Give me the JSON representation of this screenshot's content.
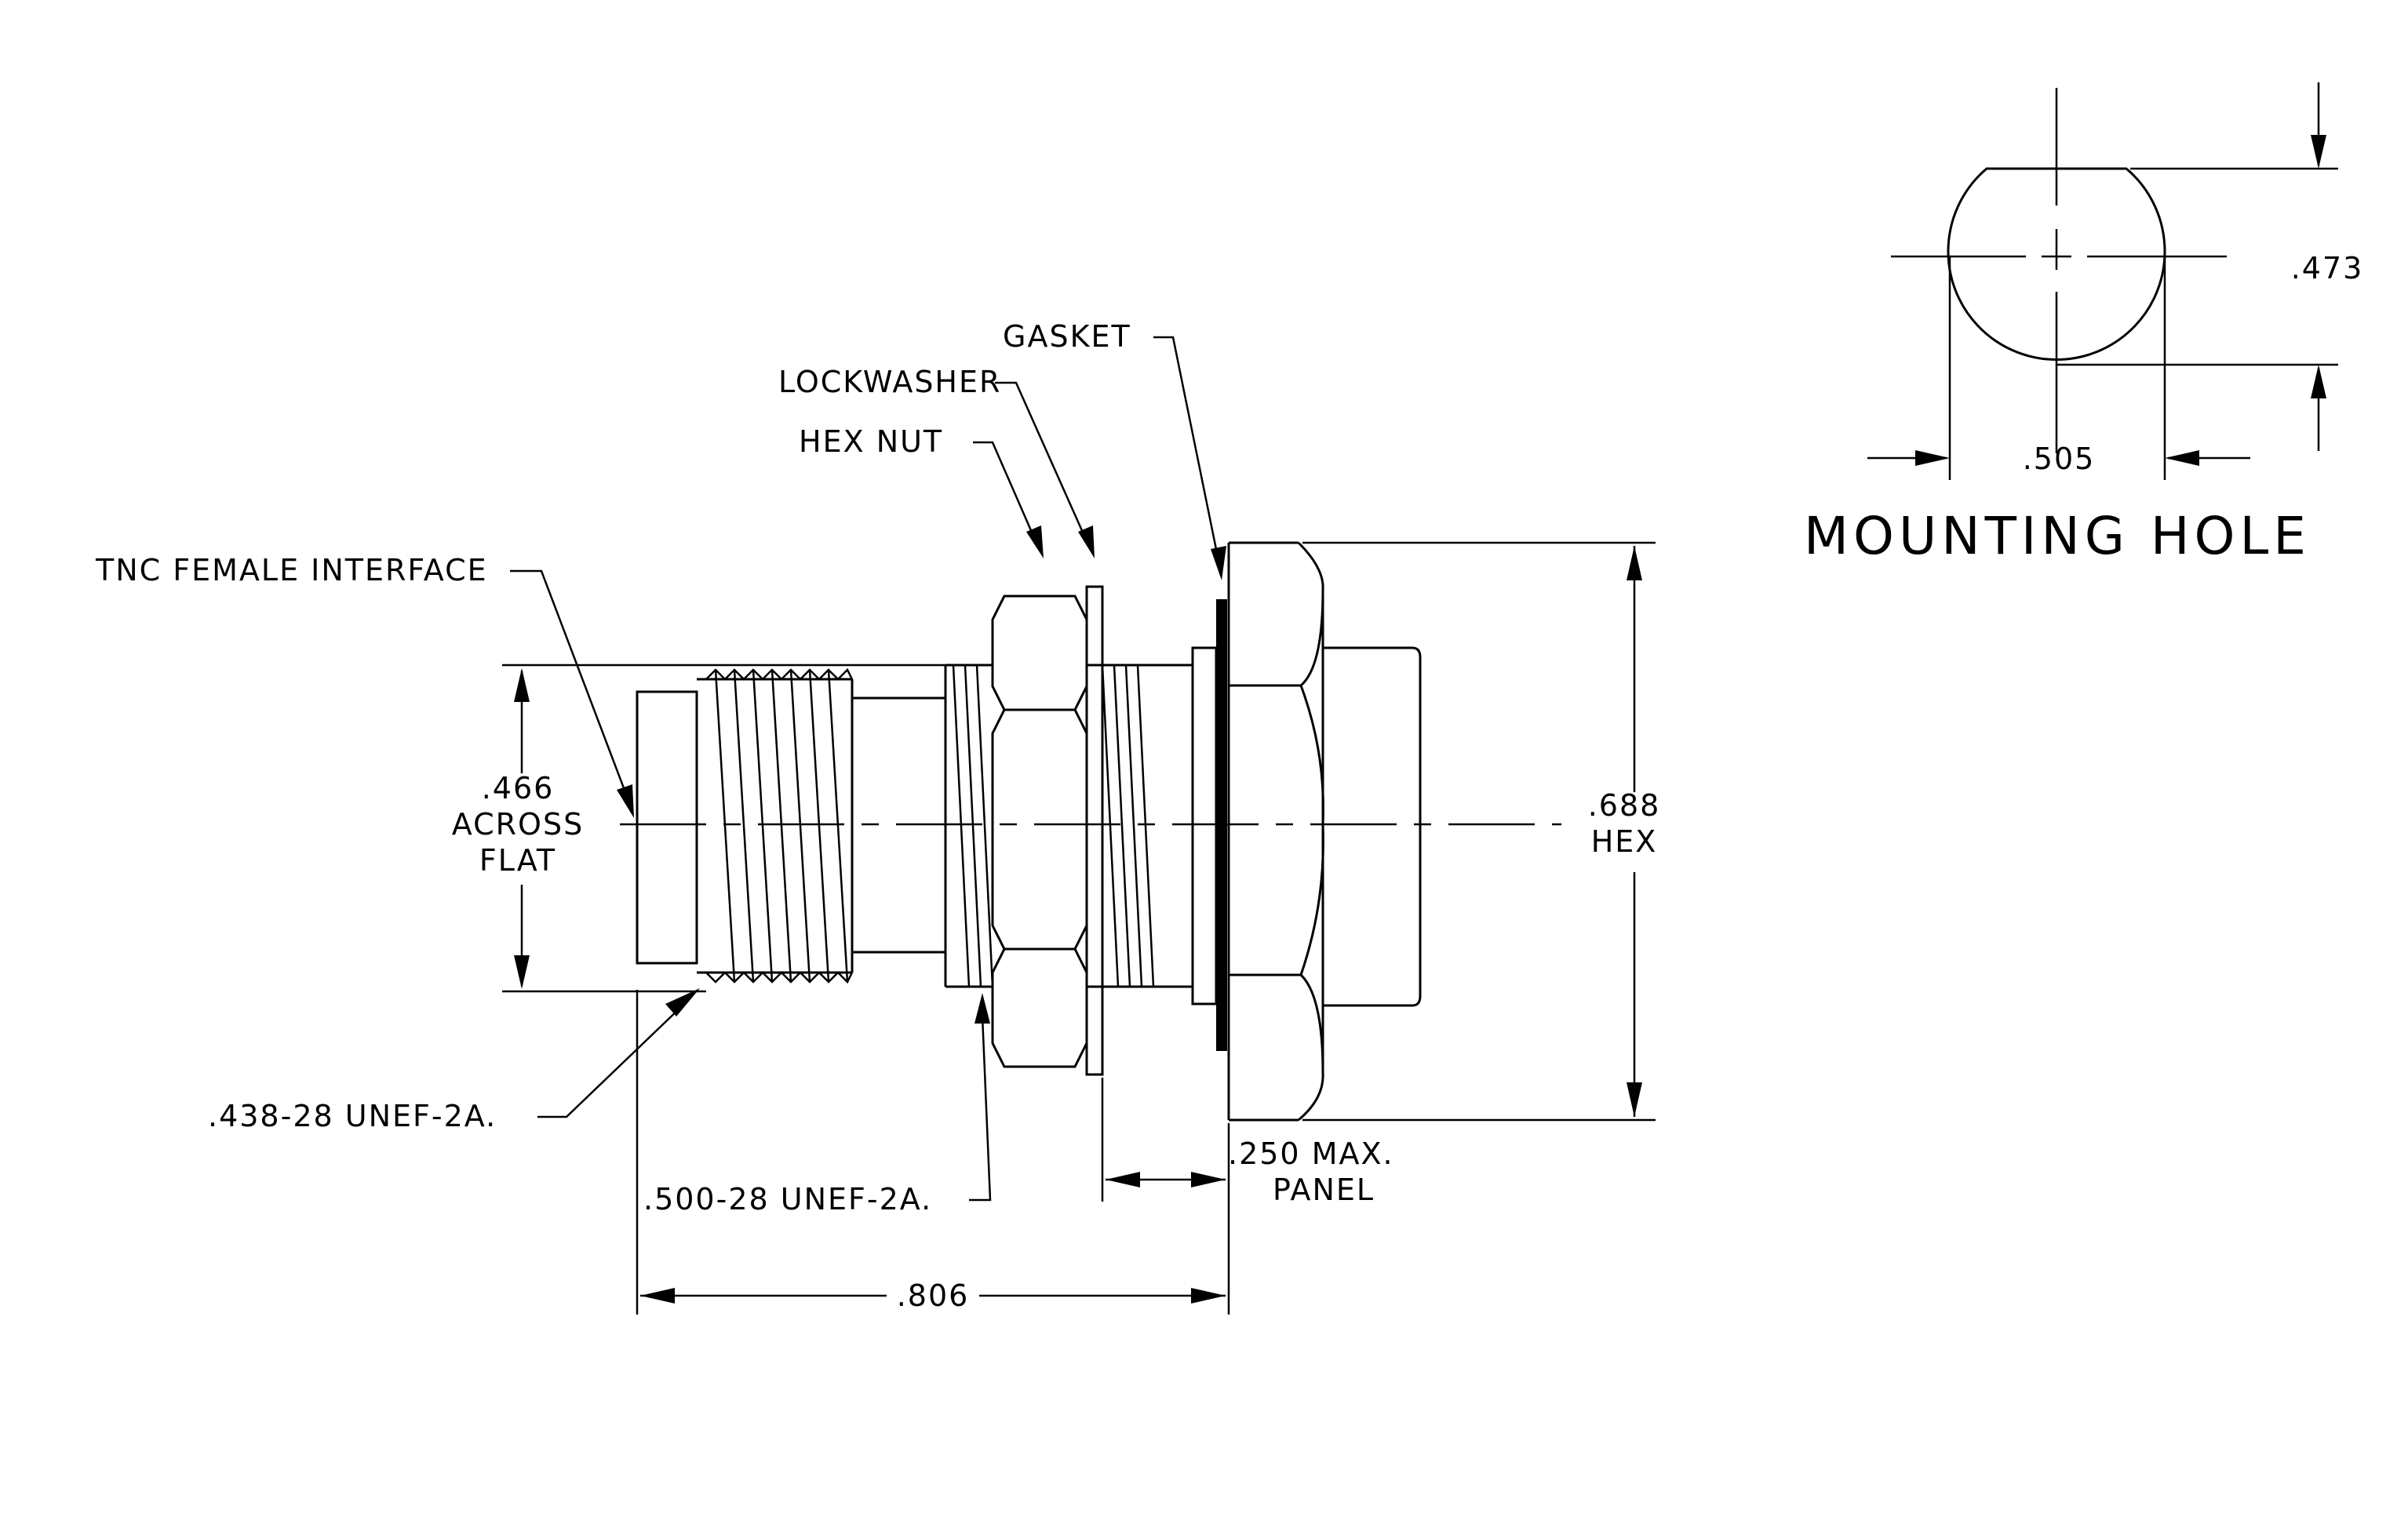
{
  "labels": {
    "gasket": "GASKET",
    "lockwasher": "LOCKWASHER",
    "hex_nut": "HEX NUT",
    "tnc_interface": "TNC FEMALE INTERFACE",
    "across_flat_value": ".466",
    "across_flat_line1": "ACROSS",
    "across_flat_line2": "FLAT",
    "hex_value": ".688",
    "hex_word": "HEX",
    "thread_438": ".438-28 UNEF-2A.",
    "thread_500": ".500-28 UNEF-2A.",
    "panel_value": ".250 MAX.",
    "panel_word": "PANEL",
    "overall_length": ".806",
    "hole_height": ".473",
    "hole_width": ".505",
    "mounting_hole_title": "MOUNTING HOLE"
  }
}
